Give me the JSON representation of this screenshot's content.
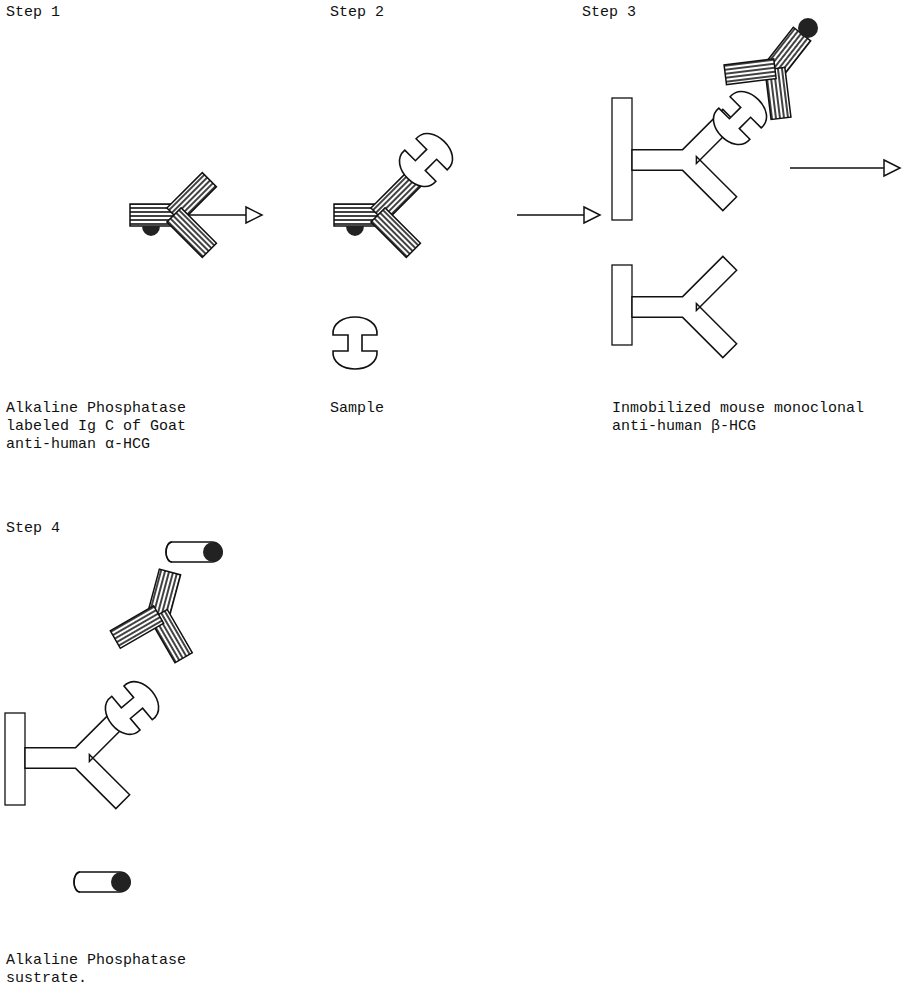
{
  "diagram": {
    "labels": [
      "Step 1",
      "Step 2",
      "Step 3",
      "Alkaline Phosphatase labeled Ig C of Goat anti-human α-HCG",
      "Sample",
      "Inmobilized mouse monoclonal anti-human β-HCG",
      "Step 4",
      "Alkaline Phosphatase sustrate."
    ]
  }
}
